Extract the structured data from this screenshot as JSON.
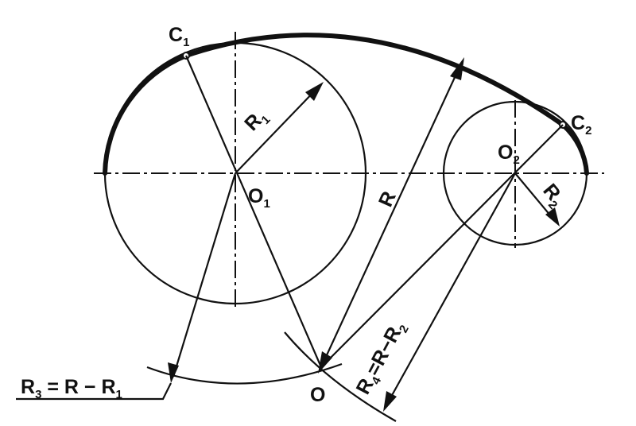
{
  "labels": {
    "c1": {
      "main": "C",
      "sub": "1"
    },
    "c2": {
      "main": "C",
      "sub": "2"
    },
    "o1": {
      "main": "O",
      "sub": "1"
    },
    "o2": {
      "main": "O",
      "sub": "2"
    },
    "o": {
      "main": "O"
    },
    "r": {
      "main": "R"
    },
    "r1": {
      "main": "R",
      "sub": "1"
    },
    "r2": {
      "main": "R",
      "sub": "2"
    },
    "r3_formula": {
      "a": "R",
      "a_sub": "3",
      "eq": " = R − R",
      "b_sub": "1"
    },
    "r4_formula": {
      "a": "R",
      "a_sub": "4",
      "eq": "=R−R",
      "b_sub": "2"
    }
  },
  "colors": {
    "ink": "#111111",
    "background": "#ffffff"
  }
}
